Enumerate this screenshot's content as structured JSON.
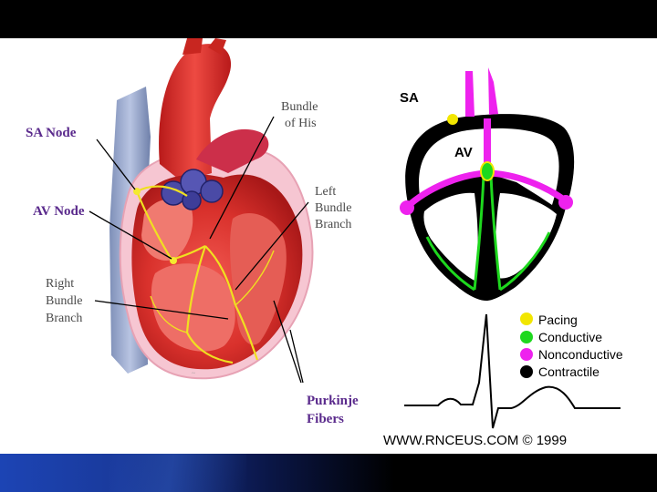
{
  "heart_labels": {
    "sa_node": "SA Node",
    "av_node": "AV Node",
    "bundle_his_line1": "Bundle",
    "bundle_his_line2": "of His",
    "left_bundle_line1": "Left",
    "left_bundle_line2": "Bundle",
    "left_bundle_line3": "Branch",
    "right_bundle_line1": "Right",
    "right_bundle_line2": "Bundle",
    "right_bundle_line3": "Branch",
    "purkinje_line1": "Purkinje",
    "purkinje_line2": "Fibers"
  },
  "schematic": {
    "sa_label": "SA",
    "av_label": "AV"
  },
  "legend": [
    {
      "label": "Pacing",
      "color": "#f2e600"
    },
    {
      "label": "Conductive",
      "color": "#1ed81e"
    },
    {
      "label": "Nonconductive",
      "color": "#ee22ee"
    },
    {
      "label": "Contractile",
      "color": "#000000"
    }
  ],
  "credit": "WWW.RNCEUS.COM © 1999",
  "colors": {
    "label_purple": "#5a2a8c",
    "label_gray": "#4a4a4a",
    "pacing": "#f2e600",
    "conductive": "#1ed81e",
    "nonconductive": "#ee22ee",
    "contractile": "#000000"
  }
}
